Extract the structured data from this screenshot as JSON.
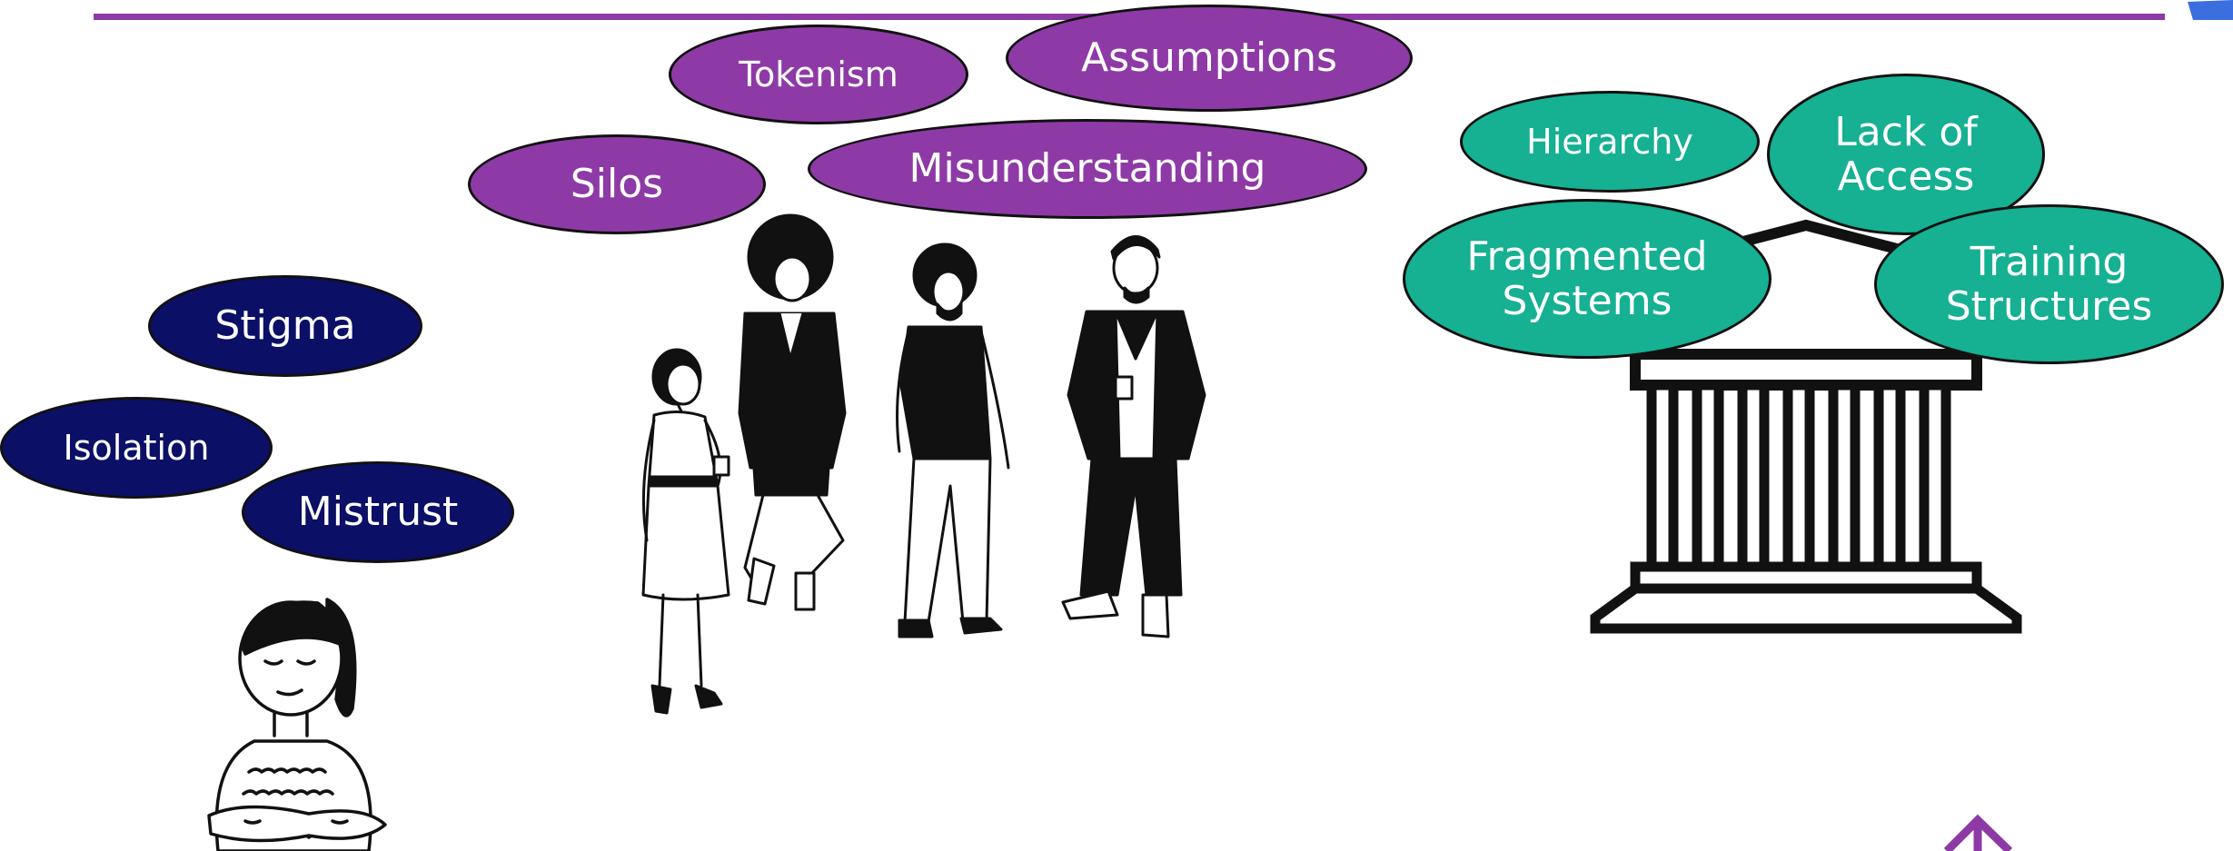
{
  "colors": {
    "top_line": "#8e3aa6",
    "corner_arrow": "#3b6fe0",
    "bottom_arrow": "#8e3aa6",
    "purple_group": "#8e3aa6",
    "navy_group": "#0b0f66",
    "teal_group": "#16b092",
    "outline": "#111111"
  },
  "individual_barriers": [
    "Stigma",
    "Isolation",
    "Mistrust"
  ],
  "group_barriers": [
    "Tokenism",
    "Assumptions",
    "Silos",
    "Misunderstanding"
  ],
  "institutional_barriers": [
    "Hierarchy",
    "Lack of\nAccess",
    "Fragmented\nSystems",
    "Training\nStructures"
  ],
  "figures": {
    "individual": "woman-arms-crossed-illustration",
    "group": "four-people-standing-illustration",
    "institution": "columned-building-icon"
  }
}
